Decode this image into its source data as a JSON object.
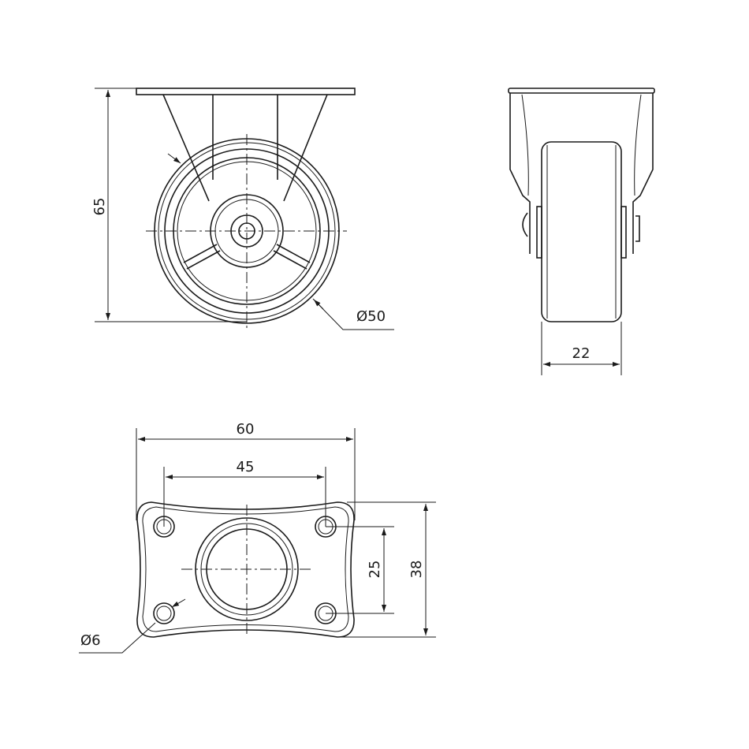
{
  "dimensions": {
    "height": "65",
    "wheel_diameter": "Ø50",
    "wheel_width": "22",
    "plate_width": "60",
    "hole_spacing_x": "45",
    "hole_spacing_y": "25",
    "plate_depth": "38",
    "hole_diameter": "Ø6"
  },
  "colors": {
    "line": "#1a1a1a",
    "background": "#ffffff"
  }
}
